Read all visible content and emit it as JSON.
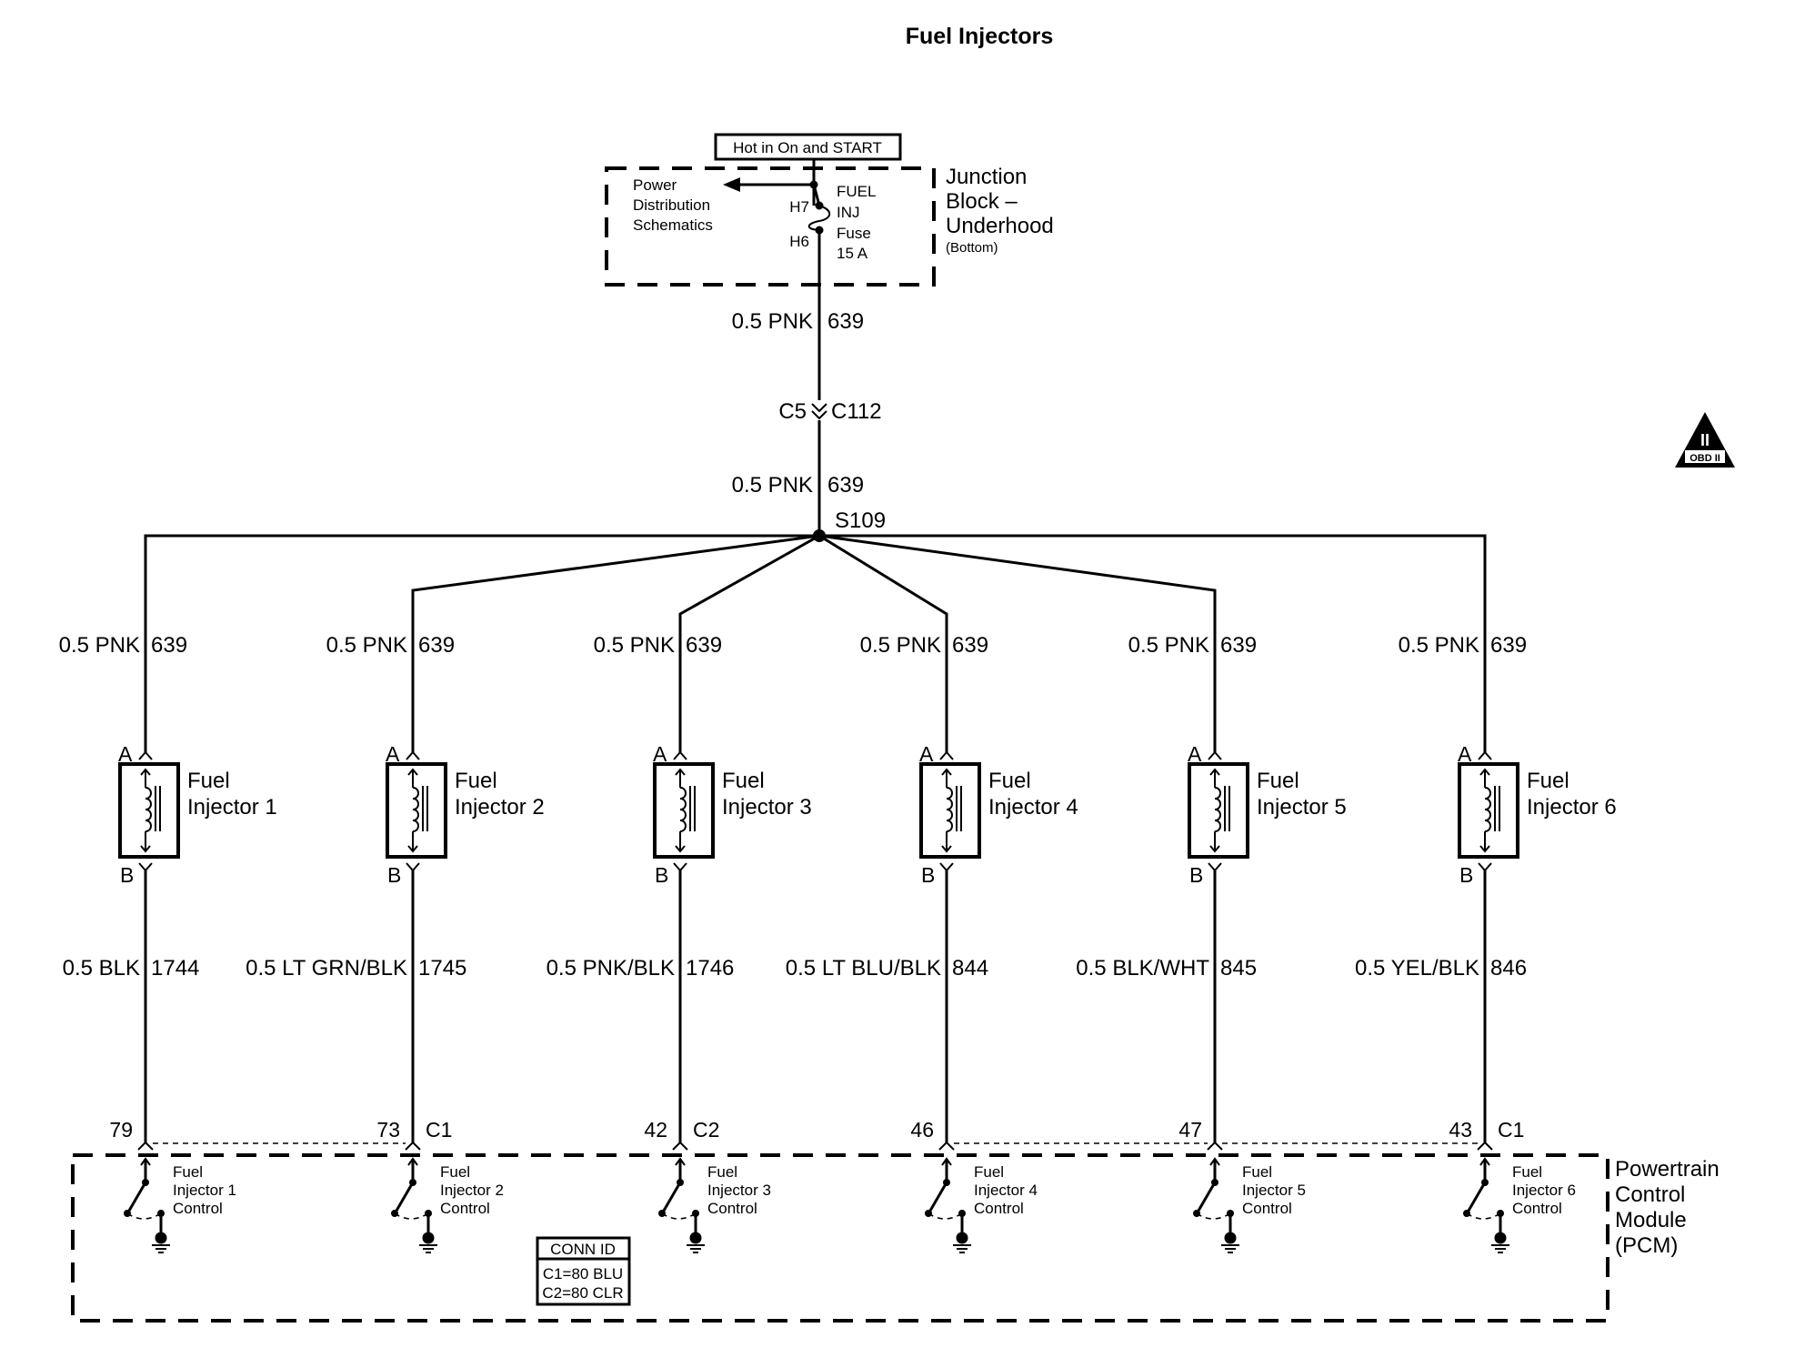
{
  "title": "Fuel Injectors",
  "power_source": {
    "hot_label": "Hot in On and START",
    "junction_block": {
      "name_lines": [
        "Junction",
        "Block –",
        "Underhood"
      ],
      "sub": "(Bottom)"
    },
    "ref_lines": [
      "Power",
      "Distribution",
      "Schematics"
    ],
    "fuse": {
      "label_lines": [
        "FUEL",
        "INJ",
        "Fuse",
        "15 A"
      ],
      "pin_in": "H7",
      "pin_out": "H6"
    }
  },
  "feed_wire": {
    "upper": {
      "gauge_color": "0.5 PNK",
      "circuit": "639"
    },
    "inline_connector": {
      "left": "C5",
      "right": "C112"
    },
    "lower": {
      "gauge_color": "0.5 PNK",
      "circuit": "639"
    },
    "splice": "S109"
  },
  "obd_badge": {
    "numeral": "II",
    "label": "OBD II"
  },
  "injectors": [
    {
      "name_lines": [
        "Fuel",
        "Injector 1"
      ],
      "pin_a": "A",
      "pin_b": "B",
      "supply": {
        "gauge_color": "0.5 PNK",
        "circuit": "639"
      },
      "control": {
        "gauge_color": "0.5 BLK",
        "circuit": "1744"
      },
      "pcm_pin": "79",
      "pcm_conn": "",
      "pcm_driver_lines": [
        "Fuel",
        "Injector 1",
        "Control"
      ]
    },
    {
      "name_lines": [
        "Fuel",
        "Injector 2"
      ],
      "pin_a": "A",
      "pin_b": "B",
      "supply": {
        "gauge_color": "0.5 PNK",
        "circuit": "639"
      },
      "control": {
        "gauge_color": "0.5 LT GRN/BLK",
        "circuit": "1745"
      },
      "pcm_pin": "73",
      "pcm_conn": "C1",
      "pcm_driver_lines": [
        "Fuel",
        "Injector 2",
        "Control"
      ]
    },
    {
      "name_lines": [
        "Fuel",
        "Injector 3"
      ],
      "pin_a": "A",
      "pin_b": "B",
      "supply": {
        "gauge_color": "0.5 PNK",
        "circuit": "639"
      },
      "control": {
        "gauge_color": "0.5 PNK/BLK",
        "circuit": "1746"
      },
      "pcm_pin": "42",
      "pcm_conn": "C2",
      "pcm_driver_lines": [
        "Fuel",
        "Injector 3",
        "Control"
      ]
    },
    {
      "name_lines": [
        "Fuel",
        "Injector 4"
      ],
      "pin_a": "A",
      "pin_b": "B",
      "supply": {
        "gauge_color": "0.5 PNK",
        "circuit": "639"
      },
      "control": {
        "gauge_color": "0.5 LT BLU/BLK",
        "circuit": "844"
      },
      "pcm_pin": "46",
      "pcm_conn": "",
      "pcm_driver_lines": [
        "Fuel",
        "Injector 4",
        "Control"
      ]
    },
    {
      "name_lines": [
        "Fuel",
        "Injector 5"
      ],
      "pin_a": "A",
      "pin_b": "B",
      "supply": {
        "gauge_color": "0.5 PNK",
        "circuit": "639"
      },
      "control": {
        "gauge_color": "0.5 BLK/WHT",
        "circuit": "845"
      },
      "pcm_pin": "47",
      "pcm_conn": "",
      "pcm_driver_lines": [
        "Fuel",
        "Injector 5",
        "Control"
      ]
    },
    {
      "name_lines": [
        "Fuel",
        "Injector 6"
      ],
      "pin_a": "A",
      "pin_b": "B",
      "supply": {
        "gauge_color": "0.5 PNK",
        "circuit": "639"
      },
      "control": {
        "gauge_color": "0.5 YEL/BLK",
        "circuit": "846"
      },
      "pcm_pin": "43",
      "pcm_conn": "C1",
      "pcm_driver_lines": [
        "Fuel",
        "Injector 6",
        "Control"
      ]
    }
  ],
  "pcm": {
    "name_lines": [
      "Powertrain",
      "Control",
      "Module",
      "(PCM)"
    ],
    "conn_id": {
      "header": "CONN ID",
      "rows": [
        "C1=80 BLU",
        "C2=80 CLR"
      ]
    }
  }
}
